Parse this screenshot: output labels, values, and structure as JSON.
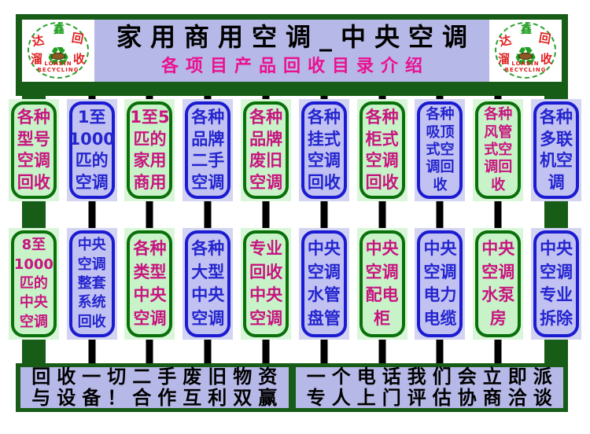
{
  "colors": {
    "frame_green": "#175c17",
    "panel_lavender": "#b6b8e7",
    "pill_green_bg": "#c8f3c8",
    "pill_green_border": "#0a700a",
    "pill_magenta_text": "#c81480",
    "pill_blue_bg": "#c1c2f1",
    "pill_blue_border": "#1b1bd1",
    "pill_blue_text": "#2525d0",
    "subtitle_magenta": "#ea1090",
    "logo_red": "#e02020",
    "logo_green": "#1f9e1f"
  },
  "logo": {
    "chars": [
      "达",
      "鑫",
      "回",
      "溜",
      "收"
    ],
    "icon": "recycle-handshake-icon",
    "recycle_glyph": "♻",
    "name_en_line1": "LOAXIN",
    "name_en_line2": "RECYCLING"
  },
  "header": {
    "title": "家用商用空调_中央空调",
    "subtitle": "各项目产品回收目录介绍"
  },
  "grid": {
    "rows": [
      {
        "cells": [
          {
            "style": "green",
            "lines": [
              "各种",
              "型号",
              "空调",
              "回收"
            ]
          },
          {
            "style": "blue",
            "lines": [
              "1至",
              "1000",
              "匹的",
              "空调"
            ]
          },
          {
            "style": "green",
            "lines": [
              "1至5",
              "匹的",
              "家用",
              "商用"
            ]
          },
          {
            "style": "blue",
            "lines": [
              "各种",
              "品牌",
              "二手",
              "空调"
            ]
          },
          {
            "style": "green",
            "lines": [
              "各种",
              "品牌",
              "废旧",
              "空调"
            ]
          },
          {
            "style": "blue",
            "lines": [
              "各种",
              "挂式",
              "空调",
              "回收"
            ]
          },
          {
            "style": "green",
            "lines": [
              "各种",
              "柜式",
              "空调",
              "回收"
            ]
          },
          {
            "style": "blue",
            "lines": [
              "各种",
              "吸顶",
              "式空",
              "调回",
              "收"
            ]
          },
          {
            "style": "green",
            "lines": [
              "各种",
              "风管",
              "式空",
              "调回",
              "收"
            ]
          },
          {
            "style": "blue",
            "lines": [
              "各种",
              "多联",
              "机空",
              "调"
            ]
          }
        ]
      },
      {
        "cells": [
          {
            "style": "green",
            "lines": [
              "8至",
              "1000",
              "匹的",
              "中央",
              "空调"
            ]
          },
          {
            "style": "blue",
            "lines": [
              "中央",
              "空调",
              "整套",
              "系统",
              "回收"
            ]
          },
          {
            "style": "green",
            "lines": [
              "各种",
              "类型",
              "中央",
              "空调"
            ]
          },
          {
            "style": "blue",
            "lines": [
              "各种",
              "大型",
              "中央",
              "空调"
            ]
          },
          {
            "style": "green",
            "lines": [
              "专业",
              "回收",
              "中央",
              "空调"
            ]
          },
          {
            "style": "blue",
            "lines": [
              "中央",
              "空调",
              "水管",
              "盘管"
            ]
          },
          {
            "style": "green",
            "lines": [
              "中央",
              "空调",
              "配电",
              "柜"
            ]
          },
          {
            "style": "blue",
            "lines": [
              "中央",
              "空调",
              "电力",
              "电缆"
            ]
          },
          {
            "style": "green",
            "lines": [
              "中央",
              "空调",
              "水泵",
              "房"
            ]
          },
          {
            "style": "blue",
            "lines": [
              "中央",
              "空调",
              "专业",
              "拆除"
            ]
          }
        ]
      }
    ]
  },
  "footer": {
    "left": {
      "line1": "回收一切二手废旧物资",
      "line2": "与设备！合作互利双赢"
    },
    "right": {
      "line1": "一个电话我们会立即派",
      "line2": "专人上门评估协商洽谈"
    }
  }
}
